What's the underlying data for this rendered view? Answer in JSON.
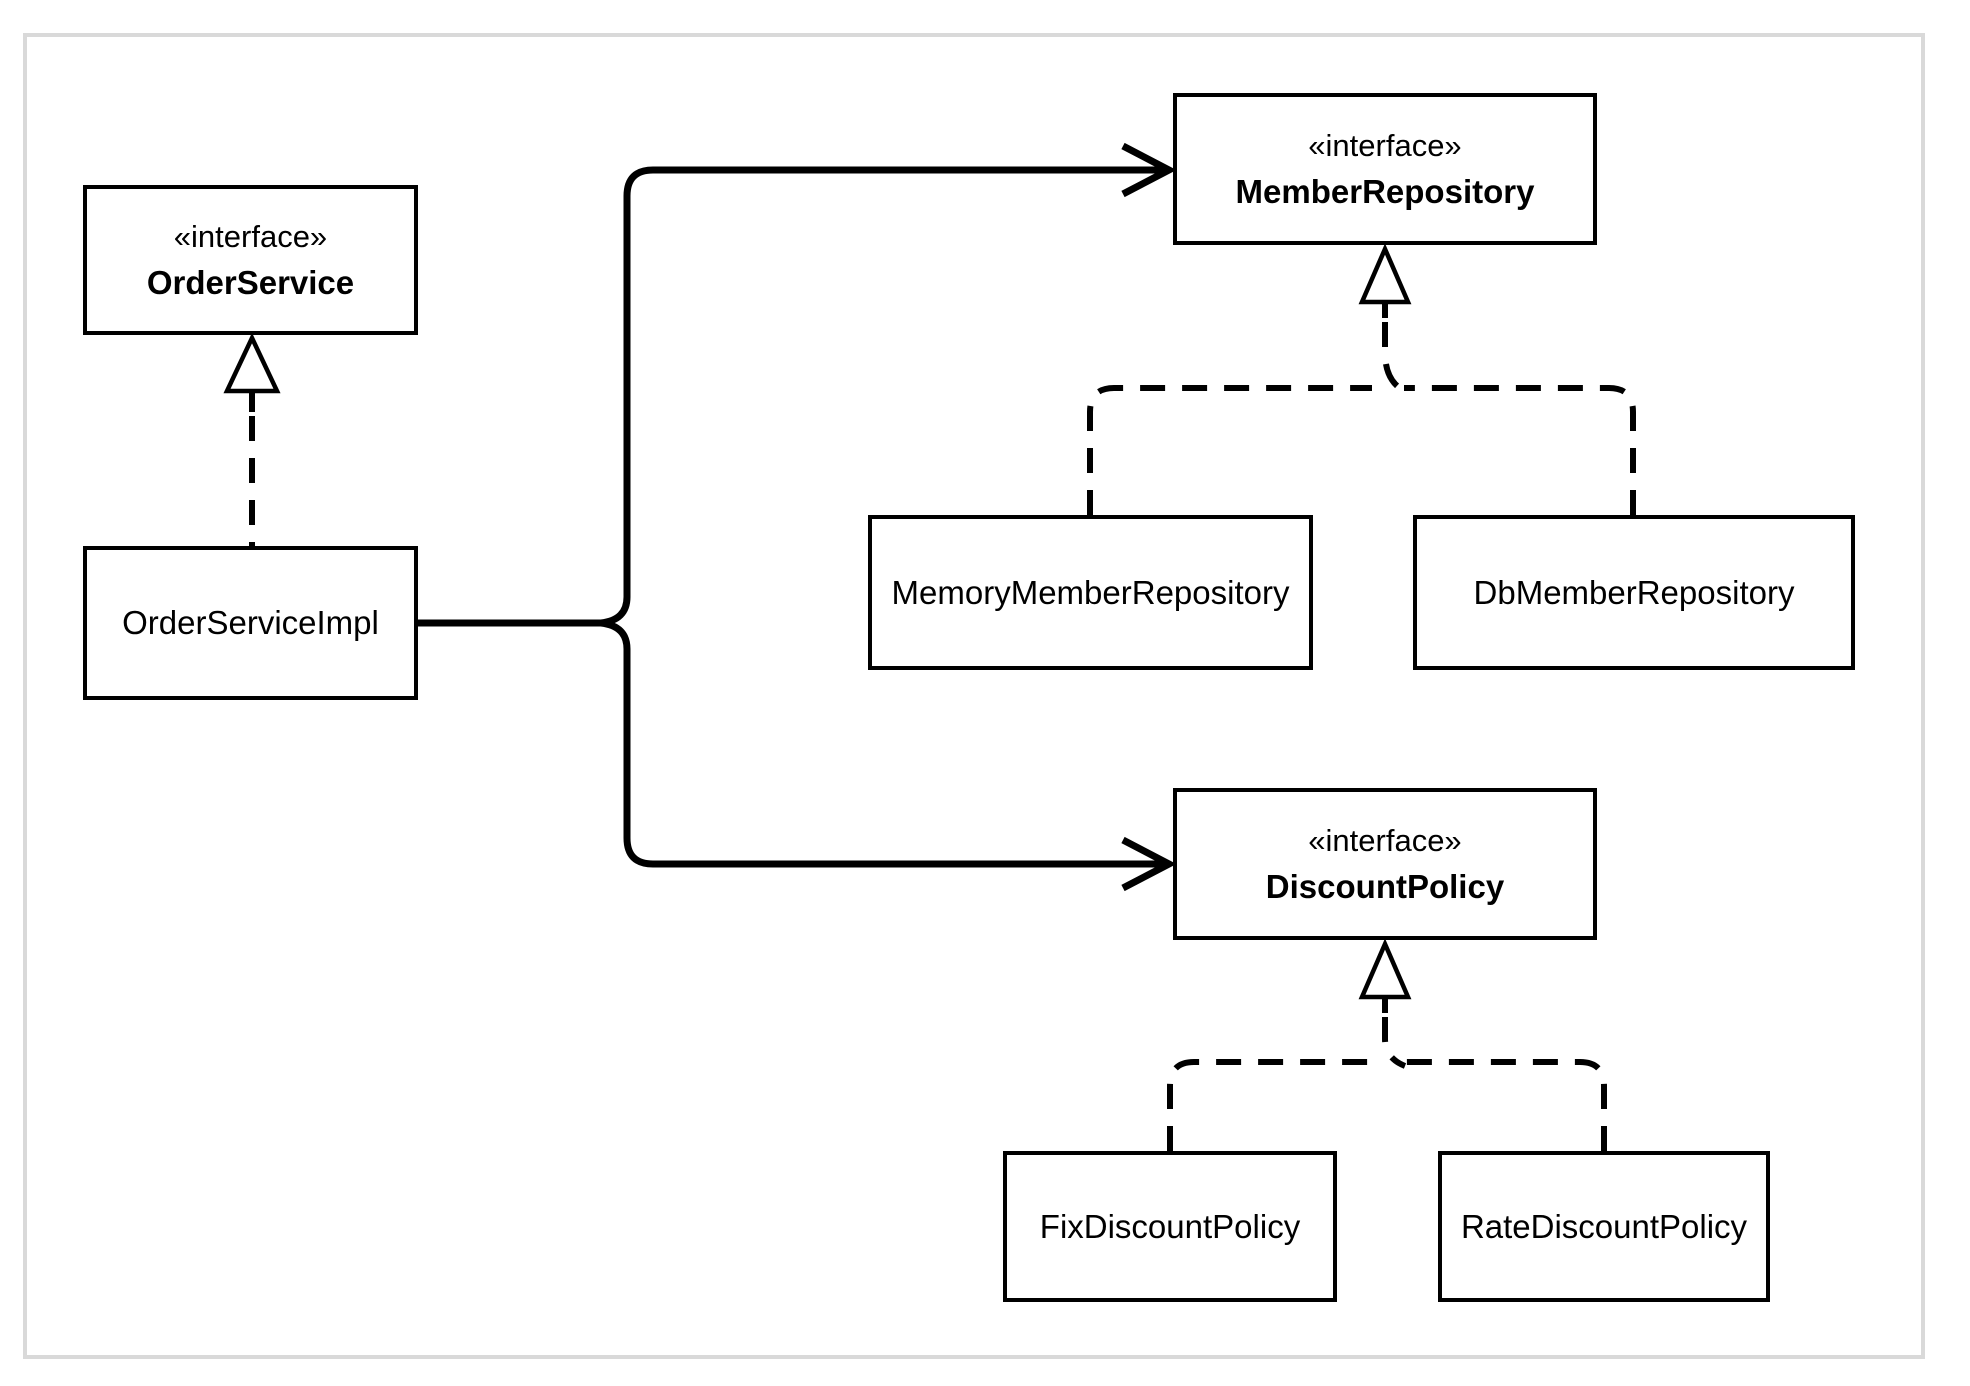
{
  "diagram": {
    "type": "uml-class-diagram",
    "nodes": [
      {
        "id": "order-service",
        "kind": "interface",
        "stereotype": "«interface»",
        "name": "OrderService"
      },
      {
        "id": "order-service-impl",
        "kind": "class",
        "name": "OrderServiceImpl"
      },
      {
        "id": "member-repository",
        "kind": "interface",
        "stereotype": "«interface»",
        "name": "MemberRepository"
      },
      {
        "id": "memory-member-repository",
        "kind": "class",
        "name": "MemoryMemberRepository"
      },
      {
        "id": "db-member-repository",
        "kind": "class",
        "name": "DbMemberRepository"
      },
      {
        "id": "discount-policy",
        "kind": "interface",
        "stereotype": "«interface»",
        "name": "DiscountPolicy"
      },
      {
        "id": "fix-discount-policy",
        "kind": "class",
        "name": "FixDiscountPolicy"
      },
      {
        "id": "rate-discount-policy",
        "kind": "class",
        "name": "RateDiscountPolicy"
      }
    ],
    "relationships": [
      {
        "from": "OrderServiceImpl",
        "to": "OrderService",
        "type": "realization"
      },
      {
        "from": "OrderServiceImpl",
        "to": "MemberRepository",
        "type": "dependency"
      },
      {
        "from": "OrderServiceImpl",
        "to": "DiscountPolicy",
        "type": "dependency"
      },
      {
        "from": "MemoryMemberRepository",
        "to": "MemberRepository",
        "type": "realization"
      },
      {
        "from": "DbMemberRepository",
        "to": "MemberRepository",
        "type": "realization"
      },
      {
        "from": "FixDiscountPolicy",
        "to": "DiscountPolicy",
        "type": "realization"
      },
      {
        "from": "RateDiscountPolicy",
        "to": "DiscountPolicy",
        "type": "realization"
      }
    ],
    "colors": {
      "line": "#000000",
      "text": "#000000",
      "box_fill": "#ffffff",
      "frame_border": "#d9d9d9",
      "background": "#ffffff"
    }
  }
}
